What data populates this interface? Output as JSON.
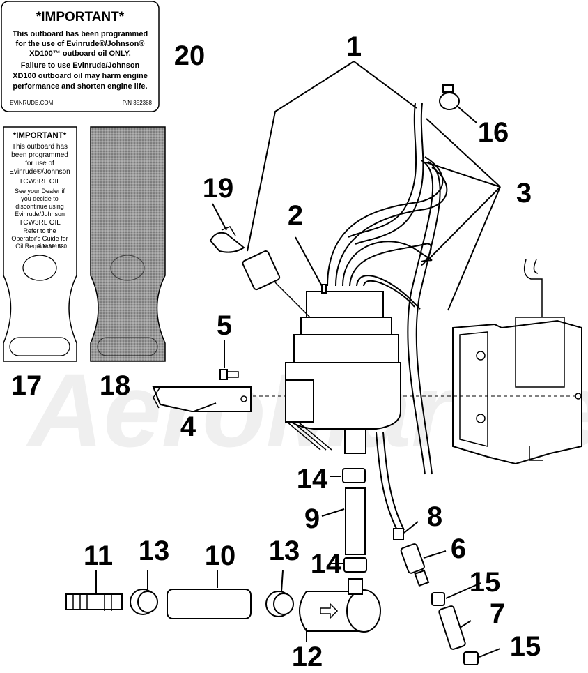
{
  "watermark": {
    "text": "AeroMarine"
  },
  "labels": {
    "label_20": {
      "title": "*IMPORTANT*",
      "lines": [
        "This outboard has been programmed",
        "for the use of Evinrude®/Johnson®",
        "XD100™ outboard oil ONLY.",
        "Failure to use Evinrude/Johnson",
        "XD100 outboard oil may harm engine",
        "performance and shorten engine life."
      ],
      "footer_left": "EVINRUDE.COM",
      "footer_right": "P/N 352388"
    },
    "label_17": {
      "title": "*IMPORTANT*",
      "lines": [
        "This outboard has",
        "been programmed",
        "for use of",
        "Evinrude®/Johnson",
        "TCW3RL OIL",
        "See your Dealer if",
        "you decide to",
        "discontinue using",
        "Evinrude/Johnson",
        "TCW3RL OIL",
        "Refer to the",
        "Operator's Guide for",
        "Oil Requirements"
      ],
      "part_number": "P/N 351520"
    }
  },
  "callouts": [
    {
      "id": "1",
      "text": "1"
    },
    {
      "id": "2",
      "text": "2"
    },
    {
      "id": "3",
      "text": "3"
    },
    {
      "id": "4",
      "text": "4"
    },
    {
      "id": "5",
      "text": "5"
    },
    {
      "id": "6",
      "text": "6"
    },
    {
      "id": "7",
      "text": "7"
    },
    {
      "id": "8",
      "text": "8"
    },
    {
      "id": "9",
      "text": "9"
    },
    {
      "id": "10",
      "text": "10"
    },
    {
      "id": "11",
      "text": "11"
    },
    {
      "id": "12",
      "text": "12"
    },
    {
      "id": "13a",
      "text": "13"
    },
    {
      "id": "13b",
      "text": "13"
    },
    {
      "id": "14a",
      "text": "14"
    },
    {
      "id": "14b",
      "text": "14"
    },
    {
      "id": "15a",
      "text": "15"
    },
    {
      "id": "15b",
      "text": "15"
    },
    {
      "id": "16",
      "text": "16"
    },
    {
      "id": "17",
      "text": "17"
    },
    {
      "id": "18",
      "text": "18"
    },
    {
      "id": "19",
      "text": "19"
    },
    {
      "id": "20",
      "text": "20"
    }
  ]
}
